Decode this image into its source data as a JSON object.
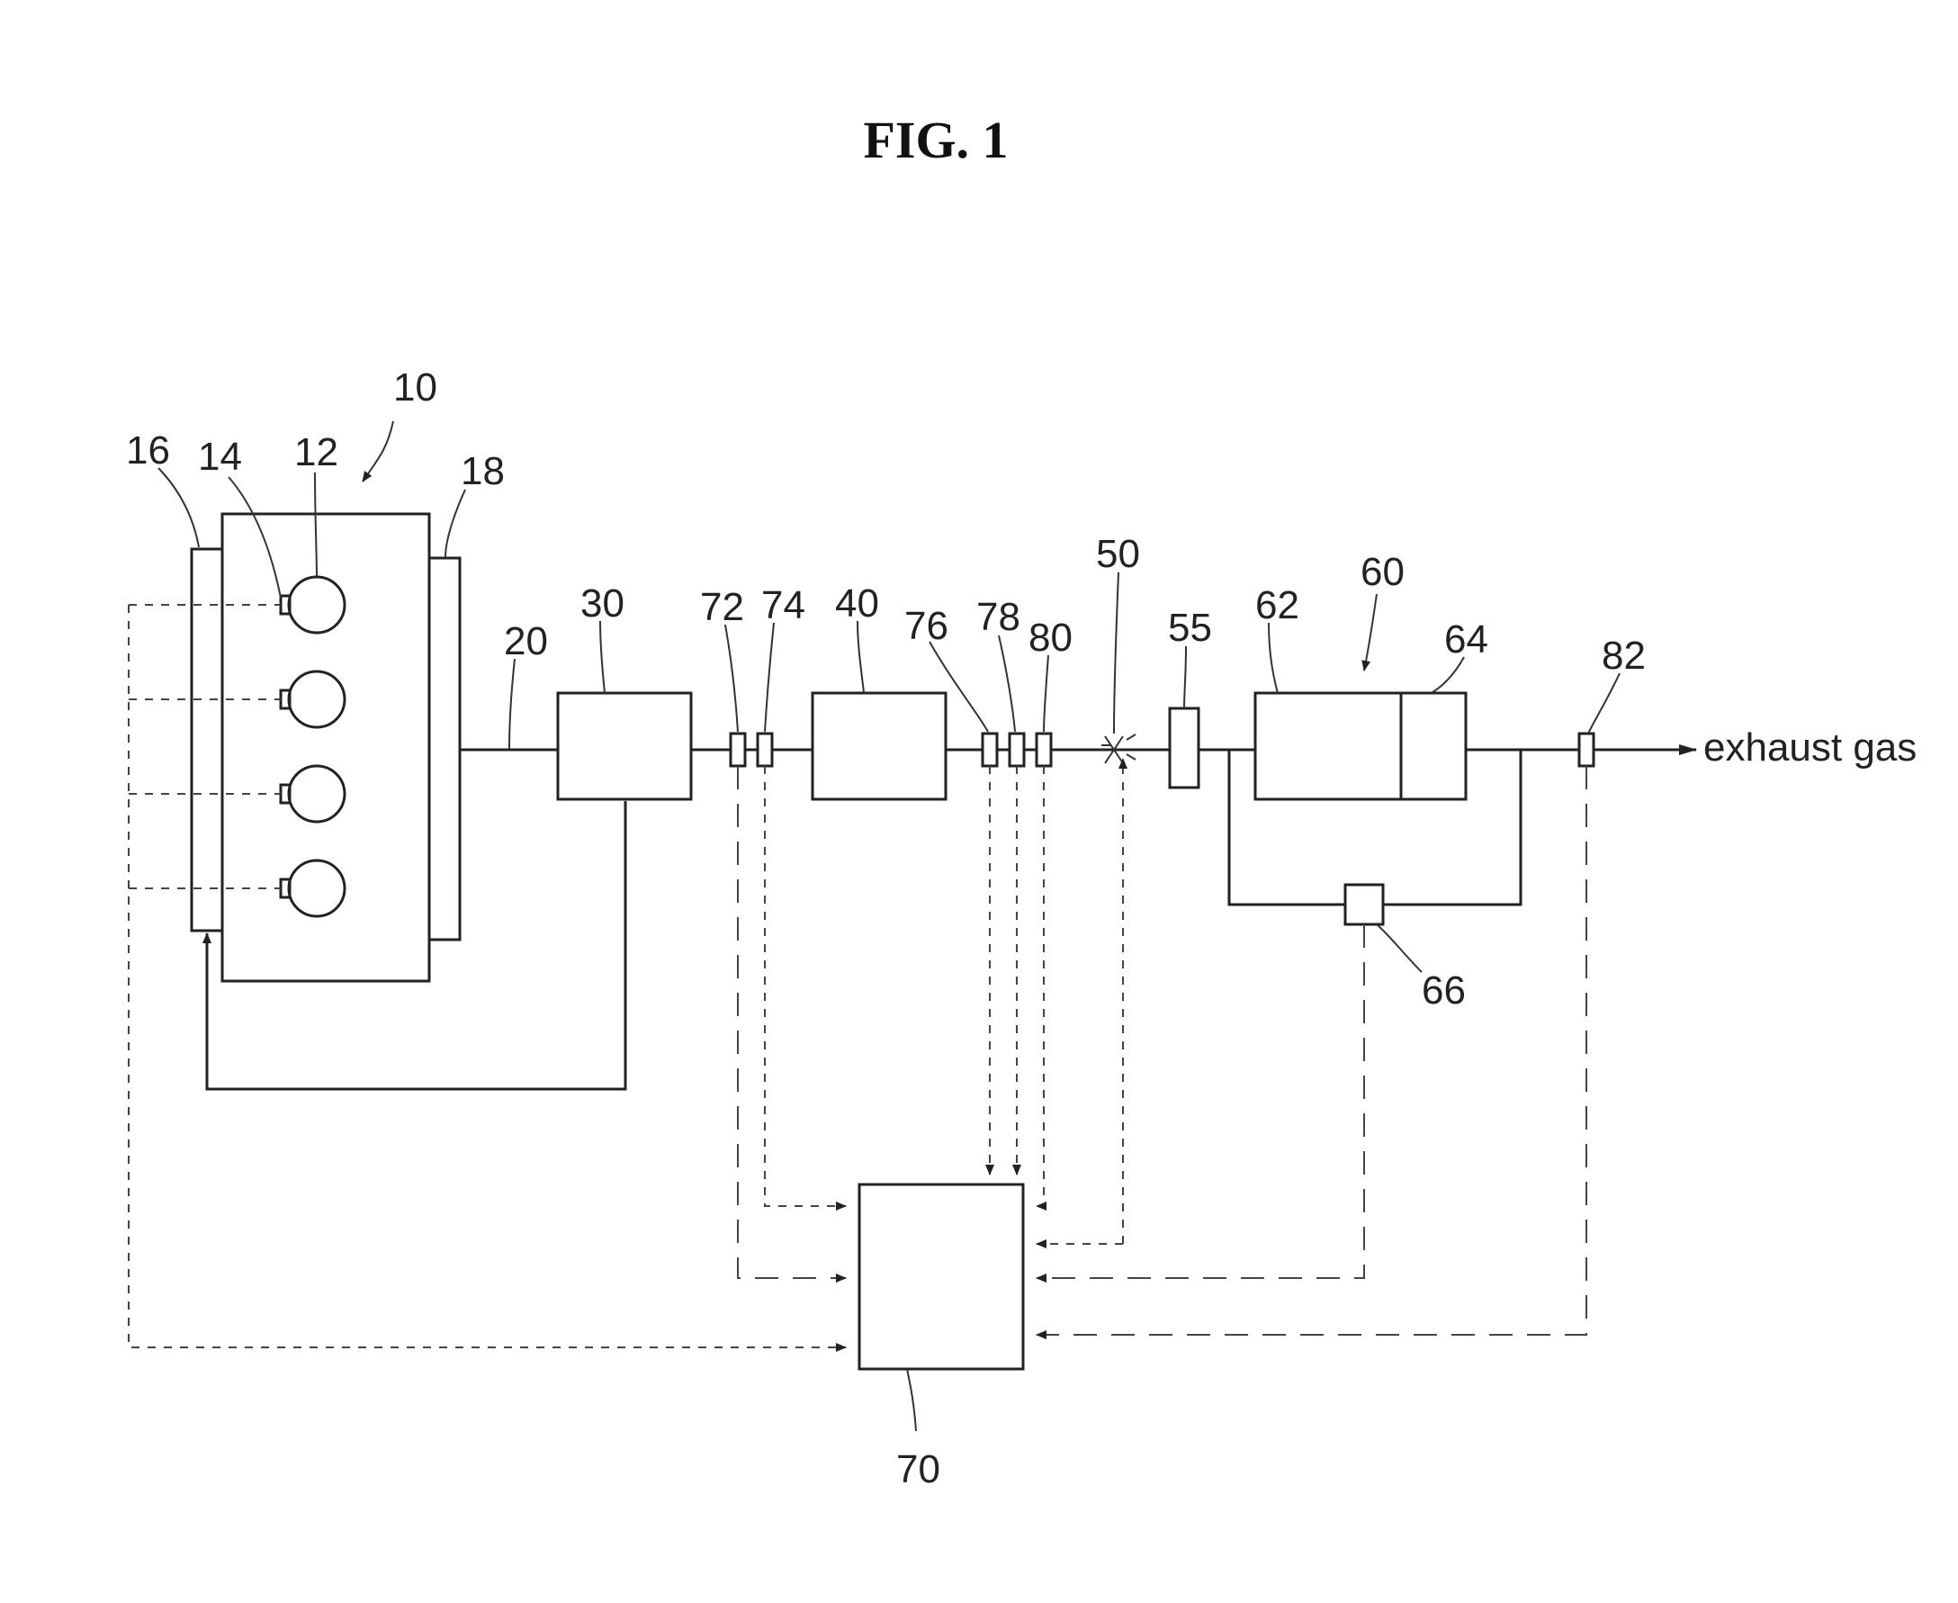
{
  "figure": {
    "title": "FIG. 1"
  },
  "labels": {
    "exhaust": "exhaust gas"
  },
  "refs": {
    "r10": "10",
    "r12": "12",
    "r14": "14",
    "r16": "16",
    "r18": "18",
    "r20": "20",
    "r30": "30",
    "r40": "40",
    "r50": "50",
    "r55": "55",
    "r60": "60",
    "r62": "62",
    "r64": "64",
    "r66": "66",
    "r70": "70",
    "r72": "72",
    "r74": "74",
    "r76": "76",
    "r78": "78",
    "r80": "80",
    "r82": "82"
  }
}
